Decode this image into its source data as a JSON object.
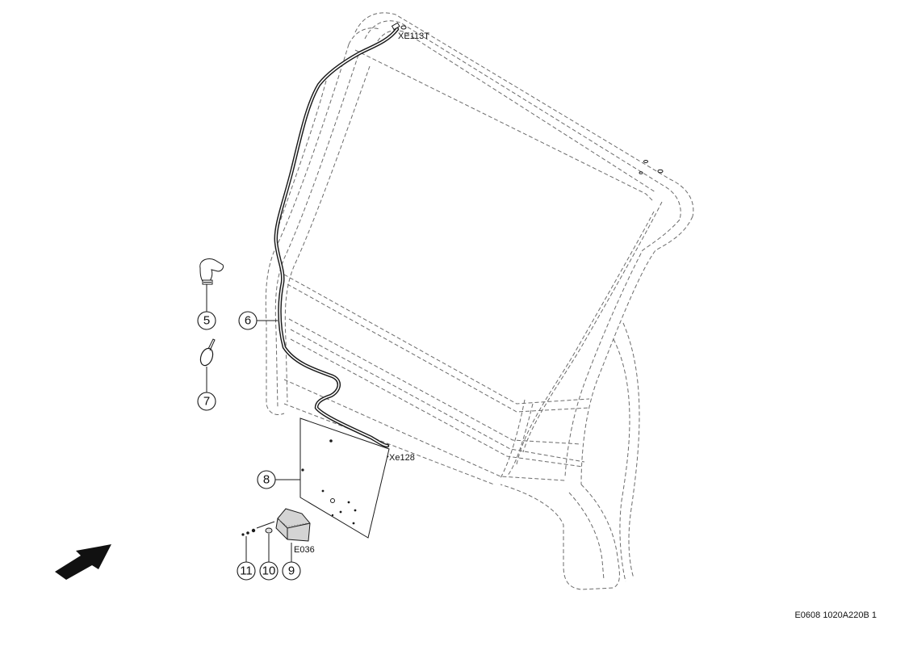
{
  "connectors": {
    "top": "XE113T",
    "bottom": "Xe128",
    "lamp": "E036"
  },
  "callouts": {
    "c5": "5",
    "c6": "6",
    "c7": "7",
    "c8": "8",
    "c9": "9",
    "c10": "10",
    "c11": "11"
  },
  "footer": {
    "code": "E0608 1020A220B 1"
  },
  "colors": {
    "line": "#1a1a1a",
    "hidden_line": "#6b6b6b",
    "lamp_fill": "#d4d4d4",
    "arrow": "#111111"
  }
}
